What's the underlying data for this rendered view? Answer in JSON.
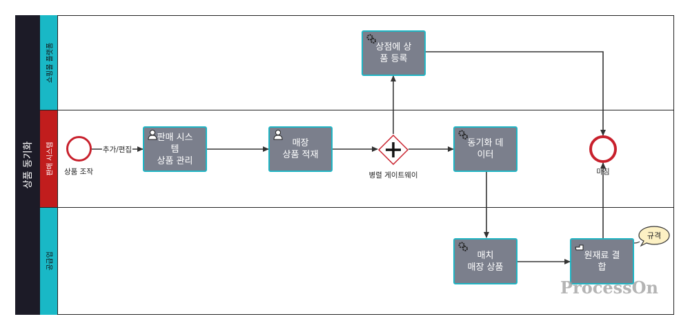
{
  "pool": {
    "title": "상품 동기화"
  },
  "lanes": [
    {
      "label": "쇼핑몰 플랫폼",
      "color": "#19b8c6"
    },
    {
      "label": "판매 시스템",
      "color": "#c11d1d"
    },
    {
      "label": "공급업",
      "color": "#19b8c6"
    }
  ],
  "tasks": {
    "store_register": {
      "label": "상점에 상\n품 등록",
      "icon": "gear-icon"
    },
    "sales_manage": {
      "label": "판매 시스\n템\n상품 관리",
      "icon": "user-icon"
    },
    "store_stock": {
      "label": "매장\n상품 적재",
      "icon": "user-icon"
    },
    "sync_data": {
      "label": "동기화 데\n이터",
      "icon": "gear-icon"
    },
    "match_product": {
      "label": "매치\n매장 상품",
      "icon": "gear-icon"
    },
    "material_combine": {
      "label": "원재료 결\n합",
      "icon": "hand-icon"
    }
  },
  "events": {
    "start_label": "상품 조작",
    "end_label": "마침"
  },
  "flows": {
    "add_edit_label": "추가/편집"
  },
  "gateway": {
    "label": "병렬 게이트웨이",
    "type": "parallel"
  },
  "annotation": {
    "text": "규격"
  },
  "watermark": "ProcessOn",
  "colors": {
    "task_fill": "#7b7f8c",
    "task_border": "#1fb5c4",
    "event_red": "#c8202c",
    "pool_header": "#1c1b27"
  }
}
